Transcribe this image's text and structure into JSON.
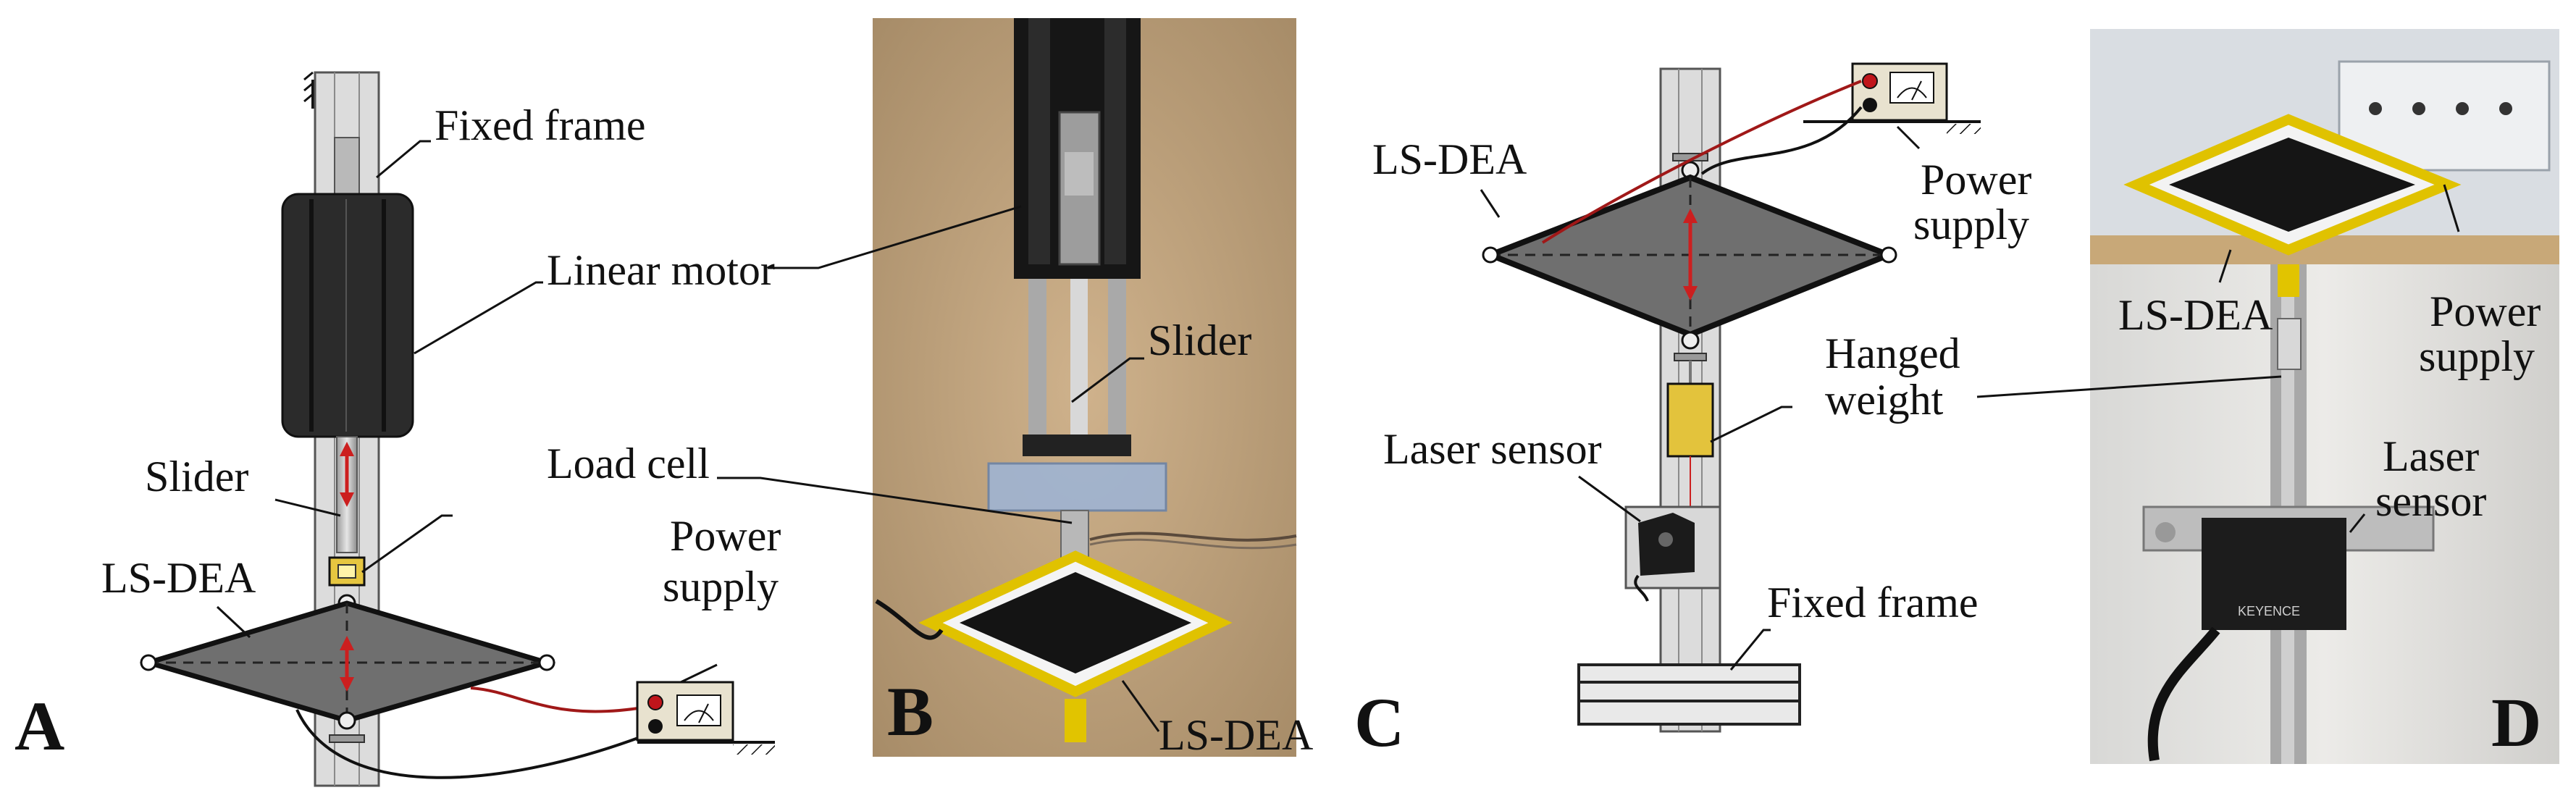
{
  "panel_a": {
    "letter": "A",
    "labels": {
      "fixed_frame": "Fixed frame",
      "linear_motor": "Linear motor",
      "slider": "Slider",
      "load_cell": "Load cell",
      "ls_dea": "LS-DEA",
      "power_supply_1": "Power",
      "power_supply_2": "supply"
    }
  },
  "panel_b": {
    "letter": "B",
    "labels": {
      "slider": "Slider",
      "ls_dea": "LS-DEA"
    }
  },
  "panel_c": {
    "letter": "C",
    "labels": {
      "ls_dea": "LS-DEA",
      "power_supply_1": "Power",
      "power_supply_2": "supply",
      "hanged_weight_1": "Hanged",
      "hanged_weight_2": "weight",
      "laser_sensor": "Laser sensor",
      "fixed_frame": "Fixed frame"
    }
  },
  "panel_d": {
    "letter": "D",
    "labels": {
      "ls_dea": "LS-DEA",
      "power_supply_1": "Power",
      "power_supply_2": "supply",
      "laser_sensor_1": "Laser",
      "laser_sensor_2": "sensor",
      "sensor_brand": "KEYENCE"
    }
  },
  "colors": {
    "membrane": "#6f6f6f",
    "frame": "#c9c9c9",
    "motor": "#2a2a2a",
    "arrow": "#cc1f1f",
    "load_cell": "#e6c640",
    "supply_box": "#e8e2cf",
    "photo_wall": "#c7ad88"
  }
}
